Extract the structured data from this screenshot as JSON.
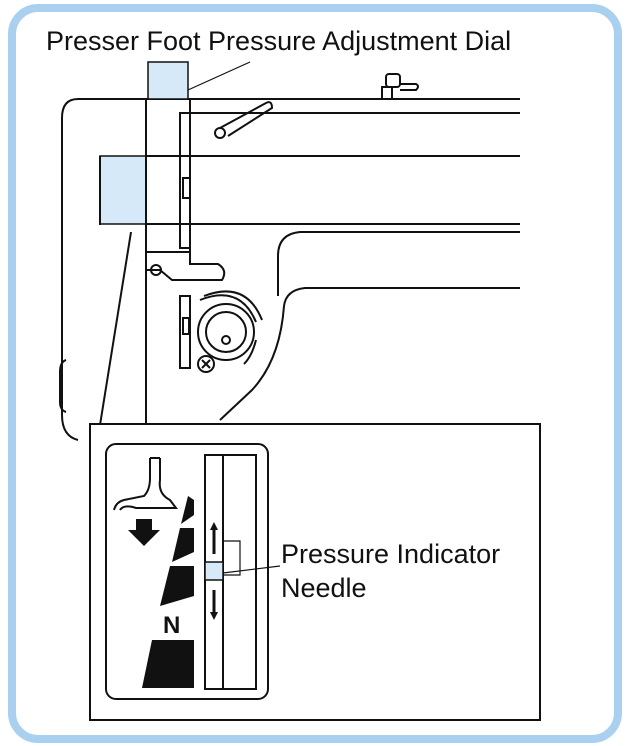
{
  "labels": {
    "dial": "Presser Foot Pressure Adjustment Dial",
    "needle_line1": "Pressure Indicator",
    "needle_line2": "Needle",
    "scale_mark": "N"
  },
  "colors": {
    "frame_border": "#a9d1ef",
    "highlight_fill": "#d6e9f8",
    "line": "#111111",
    "background": "#ffffff"
  },
  "icons": [
    "presser-foot-icon",
    "down-arrow-icon",
    "up-arrow-icon"
  ]
}
